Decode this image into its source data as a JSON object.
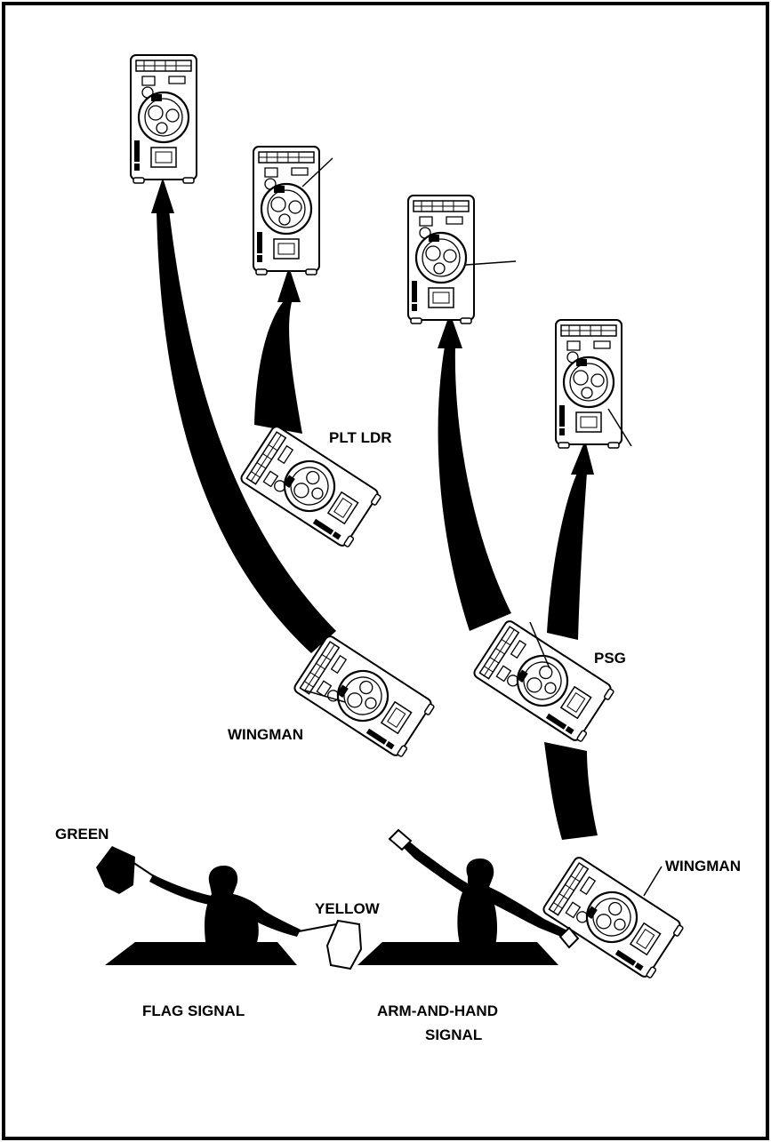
{
  "labels": {
    "plt_ldr": "PLT LDR",
    "psg": "PSG",
    "wingman_left": "WINGMAN",
    "wingman_right": "WINGMAN",
    "green": "GREEN",
    "yellow": "YELLOW",
    "flag_signal": "FLAG SIGNAL",
    "arm_hand_line1": "ARM-AND-HAND",
    "arm_hand_line2": "SIGNAL"
  },
  "colors": {
    "ink": "#000000",
    "paper": "#ffffff",
    "border": "#000000"
  },
  "icons": {
    "vehicle": "tank-top-view-icon",
    "movement": "curved-arrow-icon",
    "signaler": "soldier-silhouette-icon",
    "flag": "signal-flag-icon"
  }
}
